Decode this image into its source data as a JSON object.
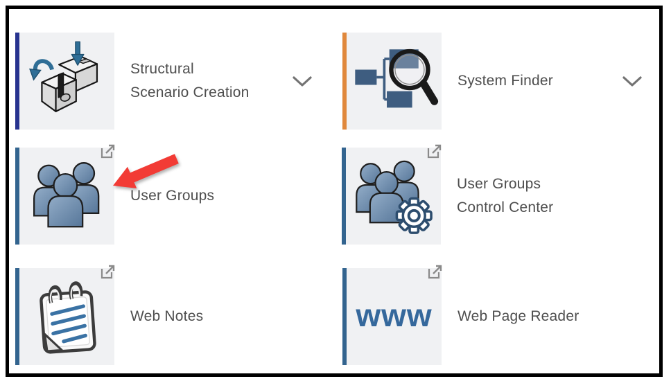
{
  "page": {
    "background": "#FFFFFF",
    "frame_border_color": "#000000",
    "icon_box_background": "#F0F1F3",
    "label_color": "#4E4E4E",
    "chevron_color": "#737373"
  },
  "tiles": [
    {
      "id": "structural-scenario-creation",
      "line1": "Structural",
      "line2": "Scenario Creation",
      "icon": "structural-scenario-icon",
      "accent": "#27338F",
      "expandable": true,
      "corner_link": false
    },
    {
      "id": "system-finder",
      "line1": "System Finder",
      "icon": "system-finder-icon",
      "accent": "#E0883C",
      "expandable": true,
      "corner_link": false
    },
    {
      "id": "user-groups",
      "line1": "User Groups",
      "icon": "user-groups-icon",
      "accent": "#33648F",
      "expandable": false,
      "corner_link": true,
      "annotated": true
    },
    {
      "id": "user-groups-control-center",
      "line1": "User Groups",
      "line2": "Control Center",
      "icon": "user-groups-gear-icon",
      "accent": "#33648F",
      "expandable": false,
      "corner_link": true
    },
    {
      "id": "web-notes",
      "line1": "Web Notes",
      "icon": "notepad-icon",
      "accent": "#33648F",
      "expandable": false,
      "corner_link": true
    },
    {
      "id": "web-page-reader",
      "line1": "Web Page Reader",
      "icon": "www-text-icon",
      "icon_text": "www",
      "accent": "#33648F",
      "expandable": false,
      "corner_link": true
    }
  ],
  "annotation": {
    "type": "red-arrow",
    "color": "#F23B35",
    "points_at": "user-groups"
  }
}
